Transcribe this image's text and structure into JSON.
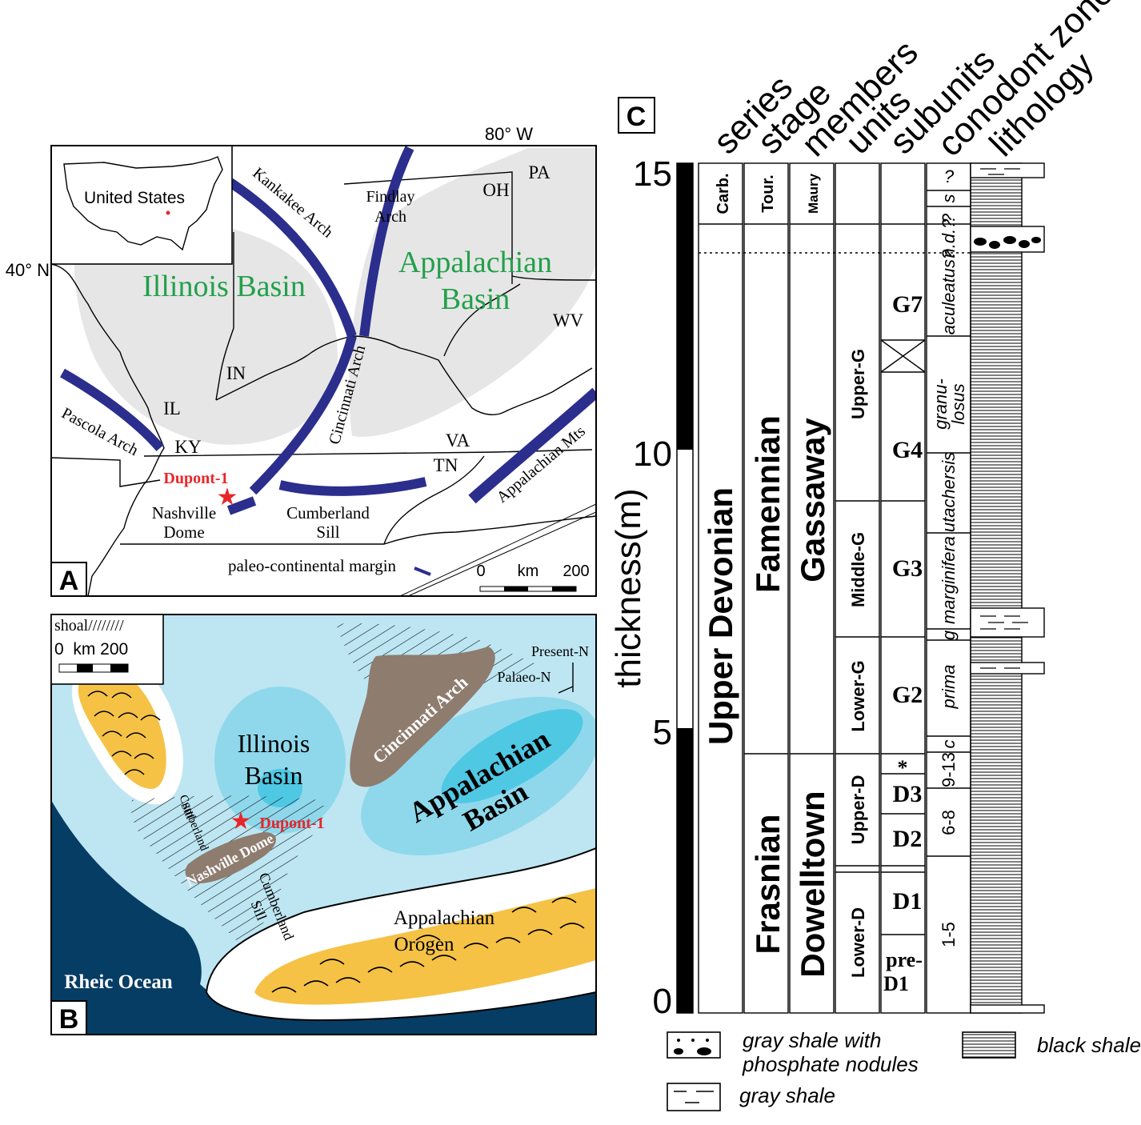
{
  "panelA": {
    "label": "A",
    "lon": "80° W",
    "lat": "40° N",
    "inset_label": "United States",
    "illinois_basin": "Illinois Basin",
    "appalachian_basin_1": "Appalachian",
    "appalachian_basin_2": "Basin",
    "kankakee": "Kankakee Arch",
    "findlay_1": "Findlay",
    "findlay_2": "Arch",
    "cincinnati": "Cincinnati Arch",
    "pascola": "Pascola Arch",
    "appalachian_mts": "Appalachian Mts",
    "nashville_1": "Nashville",
    "nashville_2": "Dome",
    "cumberland_1": "Cumberland",
    "cumberland_2": "Sill",
    "dupont": "Dupont-1",
    "states": {
      "OH": "OH",
      "PA": "PA",
      "WV": "WV",
      "IN": "IN",
      "IL": "IL",
      "KY": "KY",
      "VA": "VA",
      "TN": "TN"
    },
    "margin_legend": "paleo-continental margin",
    "scale_0": "0",
    "scale_unit": "km",
    "scale_200": "200"
  },
  "panelB": {
    "label": "B",
    "shoal": "shoal////////",
    "scale": "0  km 200",
    "present_n": "Present-N",
    "palaeo_n": "Palaeo-N",
    "illinois_1": "Illinois",
    "illinois_2": "Basin",
    "cincinnati": "Cincinnati Arch",
    "appalachian_1": "Appalachian",
    "appalachian_2": "Basin",
    "dupont": "Dupont-1",
    "nashville": "Nashville Dome",
    "cumberland_sill_a_1": "Cumberland",
    "cumberland_sill_a_2": "Sill",
    "cumberland_sill_b_1": "Cumberland",
    "cumberland_sill_b_2": "Sill",
    "orogen_1": "Appalachian",
    "orogen_2": "Orogen",
    "rheic": "Rheic Ocean"
  },
  "panelC": {
    "label": "C",
    "headers": [
      "series",
      "stage",
      "members",
      "units",
      "subunits",
      "conodont zones",
      "lithology"
    ],
    "axis_label": "thickness(m)",
    "ticks": [
      "0",
      "5",
      "10",
      "15"
    ],
    "carb": "Carb.",
    "tour": "Tour.",
    "maury": "Maury",
    "upper_devonian": "Upper Devonian",
    "famennian": "Famennian",
    "frasnian": "Frasnian",
    "gassaway": "Gassaway",
    "dowelltown": "Dowelltown",
    "units": [
      "Upper-G",
      "Middle-G",
      "Lower-G",
      "Upper-D",
      "Lower-D"
    ],
    "subunits": [
      "G7",
      "G4",
      "G3",
      "G2",
      "D3",
      "D2",
      "D1",
      "pre-",
      "D1"
    ],
    "star": "*",
    "zones": [
      "?",
      "s",
      "n.d.?",
      "?",
      "aculeatus?",
      "granu-",
      "losus",
      "utachersis",
      "marginifera",
      "g",
      "prima",
      "c",
      "9-13",
      "6-8",
      "1-5"
    ],
    "legend": {
      "phosphate_1": "gray shale with",
      "phosphate_2": "phosphate nodules",
      "gray": "gray shale",
      "black": "black shale"
    }
  },
  "colors": {
    "arch_blue": "#2b2e8c",
    "basin_gray": "#e6e6e6",
    "basin_green": "#22a04a",
    "star_red": "#e8262a",
    "sea_light": "#bde6f2",
    "sea_mid": "#8fd8ec",
    "sea_deep": "#4fc8e4",
    "ocean_dark": "#063d64",
    "arch_brown": "#8e7c6f",
    "shoal_yellow": "#f5c246"
  }
}
